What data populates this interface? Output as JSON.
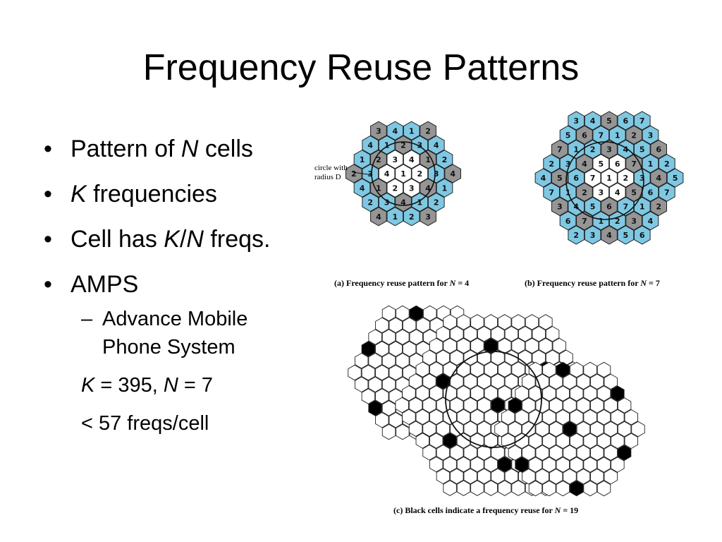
{
  "slide": {
    "title": "Frequency Reuse Patterns",
    "bullets": {
      "b1": {
        "pre": "Pattern of ",
        "var": "N",
        "post": " cells"
      },
      "b2": {
        "var": "K",
        "post": " frequencies"
      },
      "b3": {
        "pre": "Cell has ",
        "var1": "K",
        "mid": "/",
        "var2": "N",
        "post": " freqs."
      },
      "b4": {
        "text": "AMPS"
      },
      "sub1": {
        "line1": "Advance Mobile",
        "line2": "Phone System"
      },
      "sub2": {
        "var1": "K",
        "mid": " = 395, ",
        "var2": "N",
        "post": " = 7"
      },
      "sub3": {
        "text": "< 57 freqs/cell"
      }
    }
  },
  "figures": {
    "a": {
      "caption": {
        "pre": "(a)  Frequency reuse pattern for ",
        "var": "N",
        "post": " = 4"
      },
      "note_line1": "circle with",
      "note_line2": "radius D"
    },
    "b": {
      "caption": {
        "pre": "(b)  Frequency reuse pattern for ",
        "var": "N",
        "post": "  = 7"
      }
    },
    "c": {
      "caption": {
        "pre": "(c) Black cells indicate a frequency reuse for ",
        "var": "N",
        "post": "  = 19"
      }
    }
  },
  "colors": {
    "blue": "#7ec8e3",
    "gray": "#959595",
    "white": "#ffffff",
    "black": "#000000"
  }
}
